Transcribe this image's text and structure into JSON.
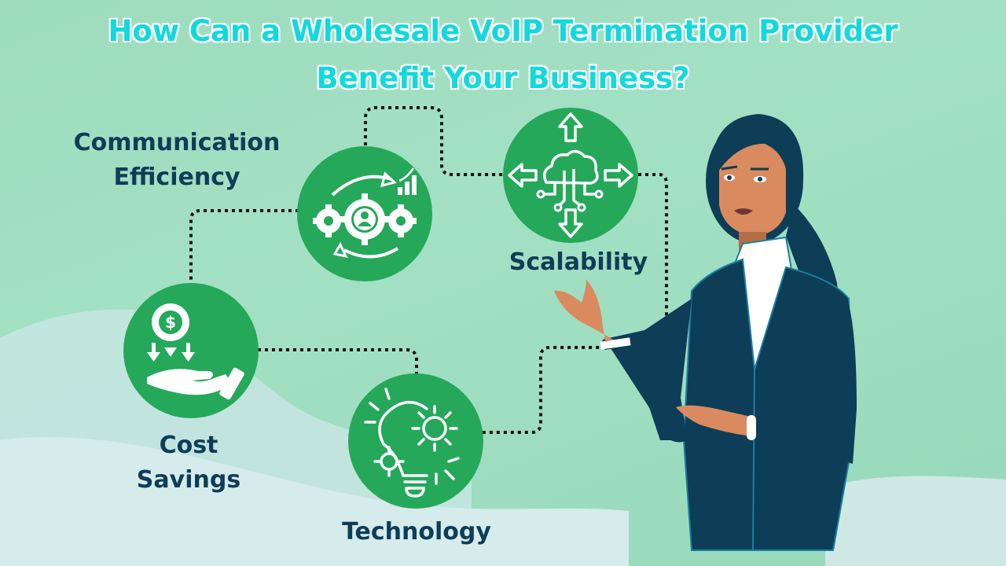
{
  "title": {
    "line1": "How Can a Wholesale VoIP Termination Provider",
    "line2": "Benefit Your Business?"
  },
  "benefits": [
    {
      "label_line1": "Communication",
      "label_line2": "Efficiency",
      "icon": "gears-user-cycle-icon"
    },
    {
      "label_line1": "Scalability",
      "label_line2": "",
      "icon": "cloud-expand-arrows-icon"
    },
    {
      "label_line1": "Cost",
      "label_line2": "Savings",
      "icon": "dollar-hand-icon"
    },
    {
      "label_line1": "Technology",
      "label_line2": "",
      "icon": "lightbulb-gears-icon"
    }
  ],
  "colors": {
    "title": "#12d9dc",
    "label": "#0e3d58",
    "circle": "#25a85a",
    "background": "#9edcbd",
    "suit": "#0d3d57"
  },
  "illustration": "businesswoman-presenting"
}
